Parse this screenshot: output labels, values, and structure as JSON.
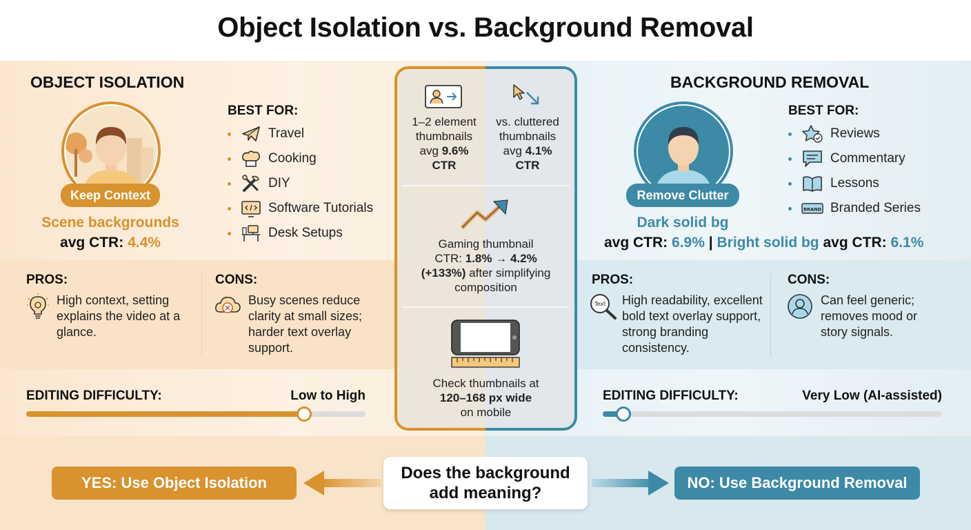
{
  "title": "Object Isolation vs. Background Removal",
  "colors": {
    "orange": "#d8922e",
    "teal": "#3d8aa6",
    "dark": "#111111"
  },
  "left": {
    "header": "OBJECT ISOLATION",
    "pill": "Keep Context",
    "stat_label": "Scene backgrounds",
    "stat_prefix": "avg CTR:",
    "stat_value": "4.4%",
    "best_for_title": "BEST FOR:",
    "best_for": [
      {
        "label": "Travel",
        "icon": "airplane-icon"
      },
      {
        "label": "Cooking",
        "icon": "chef-hat-icon"
      },
      {
        "label": "DIY",
        "icon": "tools-icon"
      },
      {
        "label": "Software Tutorials",
        "icon": "code-window-icon"
      },
      {
        "label": "Desk Setups",
        "icon": "desk-icon"
      }
    ],
    "pros_title": "PROS:",
    "pros_text": "High context, setting explains the video at a glance.",
    "cons_title": "CONS:",
    "cons_text": "Busy scenes reduce clarity at small sizes; harder text overlay support.",
    "difficulty_title": "EDITING DIFFICULTY:",
    "difficulty_value": "Low to High",
    "difficulty_level": 0.82,
    "button": "YES: Use Object Isolation"
  },
  "right": {
    "header": "BACKGROUND REMOVAL",
    "pill": "Remove Clutter",
    "stat_label": "Dark solid bg",
    "stat_prefix": "avg CTR:",
    "stat_value": "6.9%",
    "stat_sep": "|",
    "stat2_label": "Bright solid bg",
    "stat2_prefix": "avg CTR:",
    "stat2_value": "6.1%",
    "best_for_title": "BEST FOR:",
    "best_for": [
      {
        "label": "Reviews",
        "icon": "star-badge-icon"
      },
      {
        "label": "Commentary",
        "icon": "speech-bubble-icon"
      },
      {
        "label": "Lessons",
        "icon": "open-book-icon"
      },
      {
        "label": "Branded Series",
        "icon": "brand-tag-icon",
        "badge": "BRAND"
      }
    ],
    "pros_title": "PROS:",
    "pros_text": "High readability, excellent bold text overlay support, strong branding consistency.",
    "pros_icon_label": "Text",
    "cons_title": "CONS:",
    "cons_text": "Can feel generic; removes mood or story signals.",
    "difficulty_title": "EDITING DIFFICULTY:",
    "difficulty_value": "Very Low (AI-assisted)",
    "difficulty_level": 0.06,
    "button": "NO: Use Background Removal"
  },
  "center": {
    "c1_l1": "1–2 element",
    "c1_l2": "thumbnails",
    "c1_l3": "avg",
    "c1_val": "9.6%",
    "c1_l4": "CTR",
    "c2_l1": "vs. cluttered",
    "c2_l2": "thumbnails",
    "c2_l3": "avg",
    "c2_val": "4.1%",
    "c2_l4": "CTR",
    "gaming_l1": "Gaming thumbnail",
    "gaming_ctr": "CTR:",
    "gaming_from": "1.8%",
    "gaming_arrow": "→",
    "gaming_to": "4.2%",
    "gaming_pct": "(+133%)",
    "gaming_rest": "after simplifying",
    "gaming_l4": "composition",
    "mobile_l1": "Check thumbnails at",
    "mobile_l2": "120–168 px wide",
    "mobile_l3": "on mobile"
  },
  "decision": {
    "line1": "Does the background",
    "line2": "add meaning?"
  }
}
